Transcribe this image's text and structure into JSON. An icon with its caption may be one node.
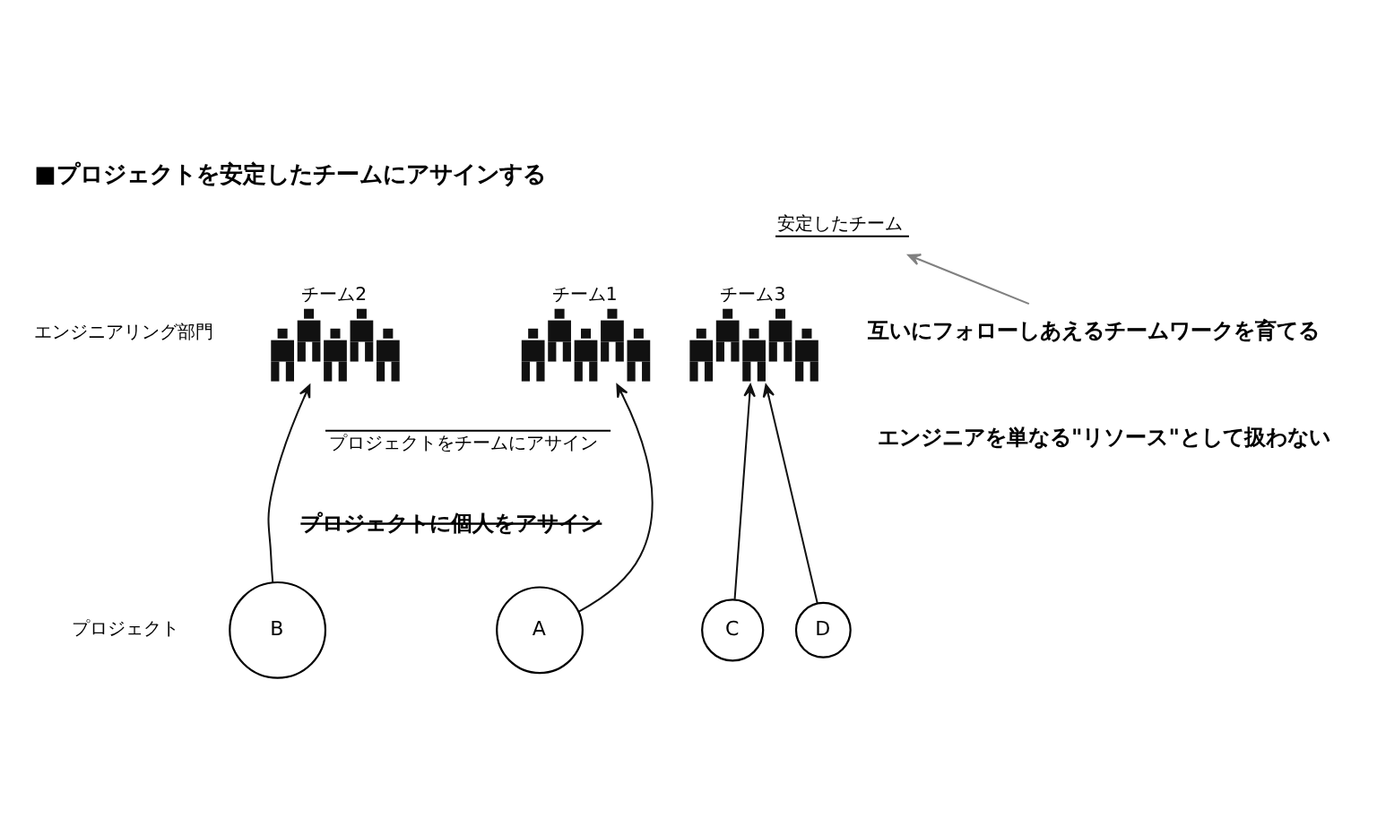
{
  "diagram": {
    "title": "■プロジェクトを安定したチームにアサインする",
    "nodes": [
      {
        "text": [
          "安定したチーム"
        ]
      },
      {
        "text": [
          "互いにフォローしあえるチームワークを育てる"
        ]
      },
      {
        "text": [
          "チーム2"
        ]
      },
      {
        "text": [
          "チーム1"
        ]
      },
      {
        "text": [
          "チーム3"
        ]
      },
      {
        "text": [
          "A"
        ]
      },
      {
        "text": [
          "B"
        ]
      },
      {
        "text": [
          "C"
        ]
      },
      {
        "text": [
          "D"
        ]
      }
    ],
    "edges": [
      {
        "from": 1,
        "to": 0,
        "arrow": "to",
        "color": "#808080"
      },
      {
        "from": 6,
        "to": 2,
        "arrow": "to"
      },
      {
        "from": 5,
        "to": 3,
        "arrow": "to"
      },
      {
        "from": 7,
        "to": 4,
        "arrow": "to"
      },
      {
        "from": 8,
        "to": 4,
        "arrow": "to"
      }
    ],
    "labels": [
      "エンジニアリング部門",
      "エンジニアを単なる\"リソース\"として扱わない",
      "プロジェクトをチームにアサイン",
      "プロジェクトに個人をアサイン",
      "プロジェクト"
    ]
  }
}
